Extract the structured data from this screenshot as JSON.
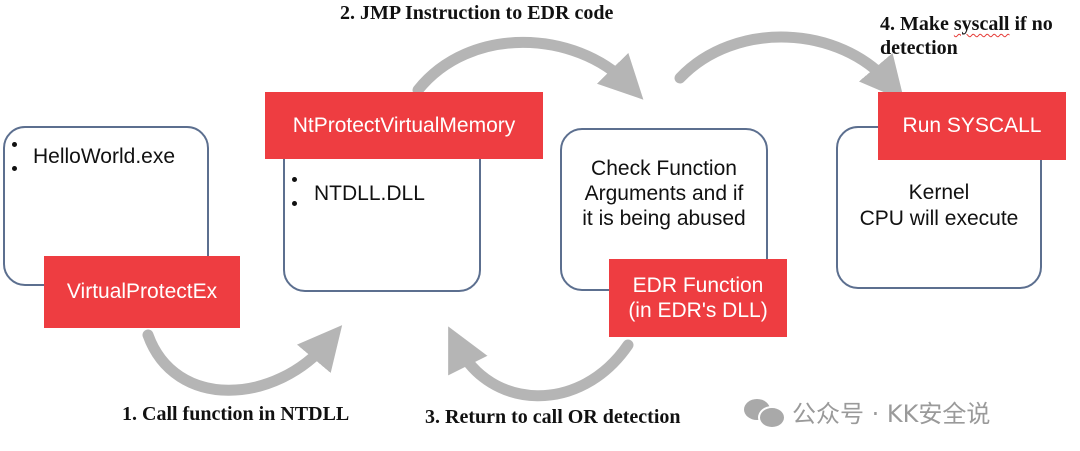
{
  "steps": {
    "step1": "1. Call function in NTDLL",
    "step2": "2. JMP Instruction to EDR code",
    "step3": "3. Return to call OR detection",
    "step4_prefix": "4. Make ",
    "step4_word": "syscall",
    "step4_suffix": " if no",
    "step4_line2": "detection"
  },
  "nodes": {
    "helloworld": {
      "text": "HelloWorld.exe",
      "tag": "VirtualProtectEx"
    },
    "ntdll": {
      "text": "NTDLL.DLL",
      "tag": "NtProtectVirtualMemory"
    },
    "edr": {
      "line1": "Check Function",
      "line2": "Arguments and if",
      "line3": "it is being abused",
      "tag_line1": "EDR Function",
      "tag_line2": "(in EDR's DLL)"
    },
    "kernel": {
      "tag": "Run SYSCALL",
      "line1": "Kernel",
      "line2": "CPU will execute"
    }
  },
  "watermark": {
    "text": "公众号 · KK安全说"
  },
  "colors": {
    "tag_red": "#ee3d41",
    "box_border": "#5c6f8f",
    "arrow_gray": "#b5b5b5"
  }
}
